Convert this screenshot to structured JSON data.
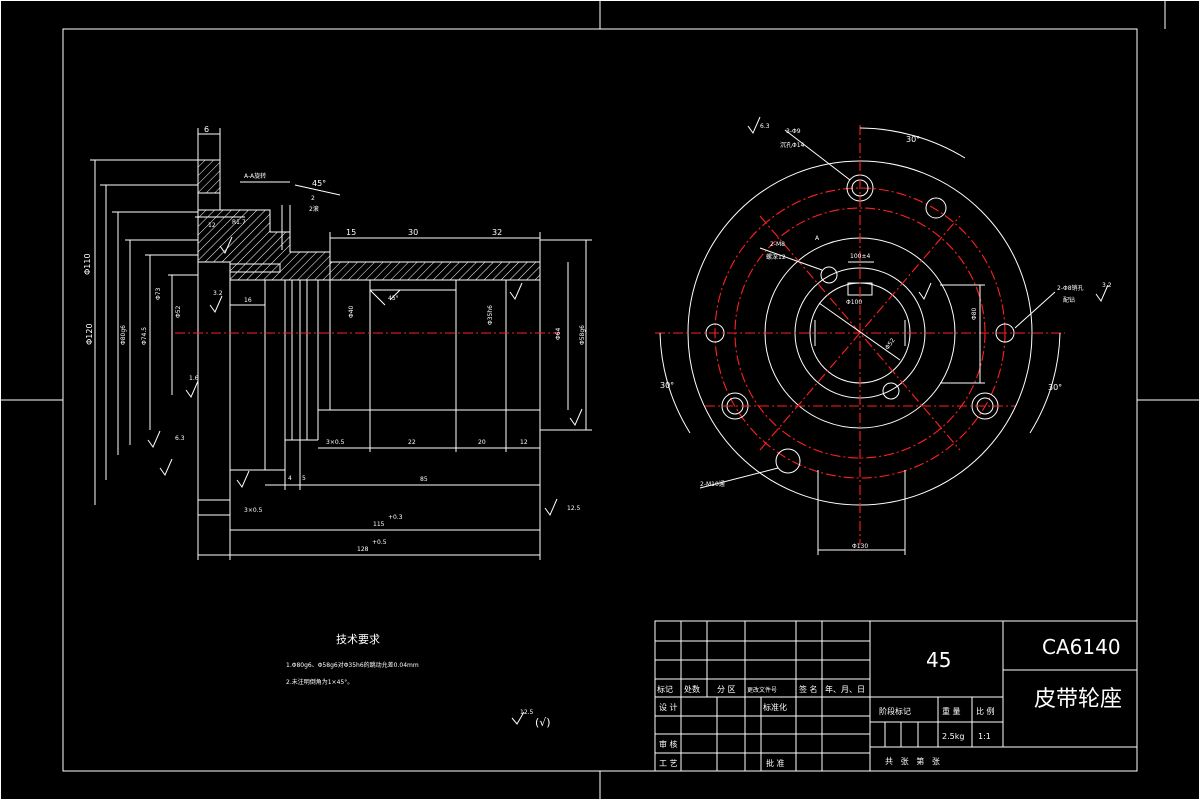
{
  "colors": {
    "background": "#000000",
    "lines": "#ffffff",
    "centerlines": "#ff2020"
  },
  "section_view": {
    "dims_top": [
      "6",
      "A-A旋转",
      "45°",
      "2",
      "2滚",
      "12",
      "R1.7",
      "15",
      "30",
      "32",
      "45°",
      "16"
    ],
    "dims_left": [
      "Φ110",
      "Φ120",
      "Φ80g6",
      "Φ74.5",
      "Φ73",
      "Φ52",
      "Φ40"
    ],
    "dims_right": [
      "Φ64",
      "Φ58g6",
      "Φ35h6"
    ],
    "dims_bottom": [
      "3×0.5",
      "22",
      "20",
      "12",
      "4",
      "5",
      "85",
      "3×0.5",
      "115",
      "+0.3",
      "128",
      "+0.5"
    ],
    "roughness": [
      "3.2",
      "1.6",
      "6.3",
      "12.5"
    ]
  },
  "end_view": {
    "labels": [
      "3-Φ9",
      "沉孔Φ14",
      "30°",
      "2-M8",
      "螺深12",
      "A",
      "100±4",
      "2-Φ8销孔",
      "配钻",
      "30°",
      "30°",
      "2-M10通",
      "Φ52",
      "Φ80",
      "Φ100",
      "6.3",
      "3.2",
      "Φ130"
    ]
  },
  "notes": {
    "title": "技术要求",
    "line1": "1.Φ80g6、Φ58g6对Φ35h6的跳动允差0.04mm",
    "line2": "2.未注明倒角为1×45°。",
    "roughness_symbol": "12.5",
    "roughness_paren": "(√)"
  },
  "title_block": {
    "material": "45",
    "model": "CA6140",
    "part_name": "皮带轮座",
    "header_cols": [
      "标记",
      "处数",
      "分 区",
      "更改文件号",
      "签 名",
      "年、月、日"
    ],
    "row_design": "设 计",
    "row_standard": "标准化",
    "row_review": "审 核",
    "row_process": "工 艺",
    "row_approve": "批 准",
    "stage_label": "阶段标记",
    "weight_label": "重 量",
    "scale_label": "比 例",
    "weight": "2.5kg",
    "scale": "1:1",
    "sheets": "共   张   第   张"
  }
}
